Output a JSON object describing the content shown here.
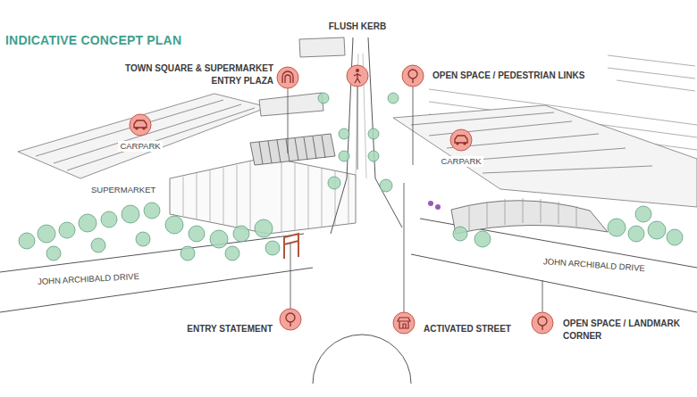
{
  "diagram": {
    "title": "INDICATIVE CONCEPT PLAN",
    "labels": [
      "TOWN SQUARE & SUPERMARKET ENTRY PLAZA",
      "FLUSH KERB",
      "OPEN SPACE / PEDESTRIAN LINKS",
      "CARPARK",
      "SUPERMARKET",
      "CARPARK",
      "JOHN ARCHIBALD DRIVE",
      "JOHN ARCHIBALD DRIVE",
      "ENTRY STATEMENT",
      "ACTIVATED STREET",
      "OPEN SPACE / LANDMARK CORNER"
    ]
  }
}
